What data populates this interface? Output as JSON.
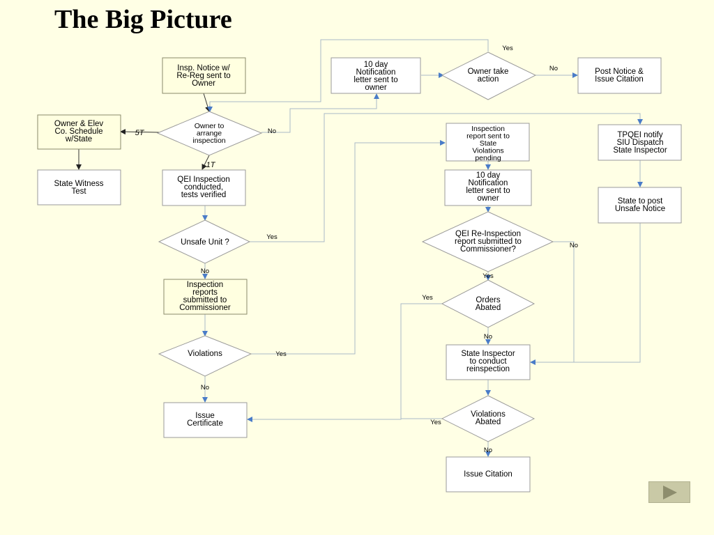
{
  "title": "The Big Picture",
  "nodes": {
    "insp_notice": [
      "Insp. Notice w/",
      "Re-Reg sent to",
      "Owner"
    ],
    "owner_arrange": [
      "Owner to",
      "arrange",
      "inspection"
    ],
    "owner_elev": [
      "Owner & Elev",
      "Co. Schedule",
      "w/State"
    ],
    "state_witness": [
      "State Witness",
      "Test"
    ],
    "qei_inspection": [
      "QEI Inspection",
      "conducted,",
      "tests verified"
    ],
    "unsafe_unit": [
      "Unsafe Unit ?"
    ],
    "insp_reports": [
      "Inspection",
      "reports",
      "submitted to",
      "Commissioner"
    ],
    "violations": [
      "Violations"
    ],
    "issue_certificate": [
      "Issue",
      "Certificate"
    ],
    "ten_day_top": [
      "10 day",
      "Notification",
      "letter sent to",
      "owner"
    ],
    "owner_take_action": [
      "Owner take",
      "action"
    ],
    "post_notice": [
      "Post Notice &",
      "Issue Citation"
    ],
    "insp_report_state": [
      "Inspection",
      "report sent to",
      "State",
      "Violations",
      "pending"
    ],
    "ten_day_mid": [
      "10 day",
      "Notification",
      "letter sent to",
      "owner"
    ],
    "qei_reinspection": [
      "QEI Re-Inspection",
      "report submitted to",
      "Commissioner?"
    ],
    "orders_abated": [
      "Orders",
      "Abated"
    ],
    "state_inspector": [
      "State Inspector",
      "to conduct",
      "reinspection"
    ],
    "violations_abated": [
      "Violations",
      "Abated"
    ],
    "issue_citation": [
      "Issue Citation"
    ],
    "tpqei": [
      "TPQEI notify",
      "SIU Dispatch",
      "State Inspector"
    ],
    "state_post": [
      "State to post",
      "Unsafe Notice"
    ]
  },
  "edge_labels": {
    "yes_top": "Yes",
    "no_owner_action": "No",
    "no_owner_arrange": "No",
    "five_t": "5T",
    "one_t": "1T",
    "yes_unsafe": "Yes",
    "no_unsafe": "No",
    "yes_violations": "Yes",
    "no_violations": "No",
    "no_qei_re": "No",
    "yes_qei_re": "Yes",
    "yes_orders": "Yes",
    "no_orders": "No",
    "yes_viol_abated": "Yes",
    "no_viol_abated": "No"
  },
  "colors": {
    "background": "#ffffe5",
    "connector": "#a8b8c8",
    "arrowhead": "#4a7cc8"
  },
  "next_icon": "play-triangle-icon"
}
